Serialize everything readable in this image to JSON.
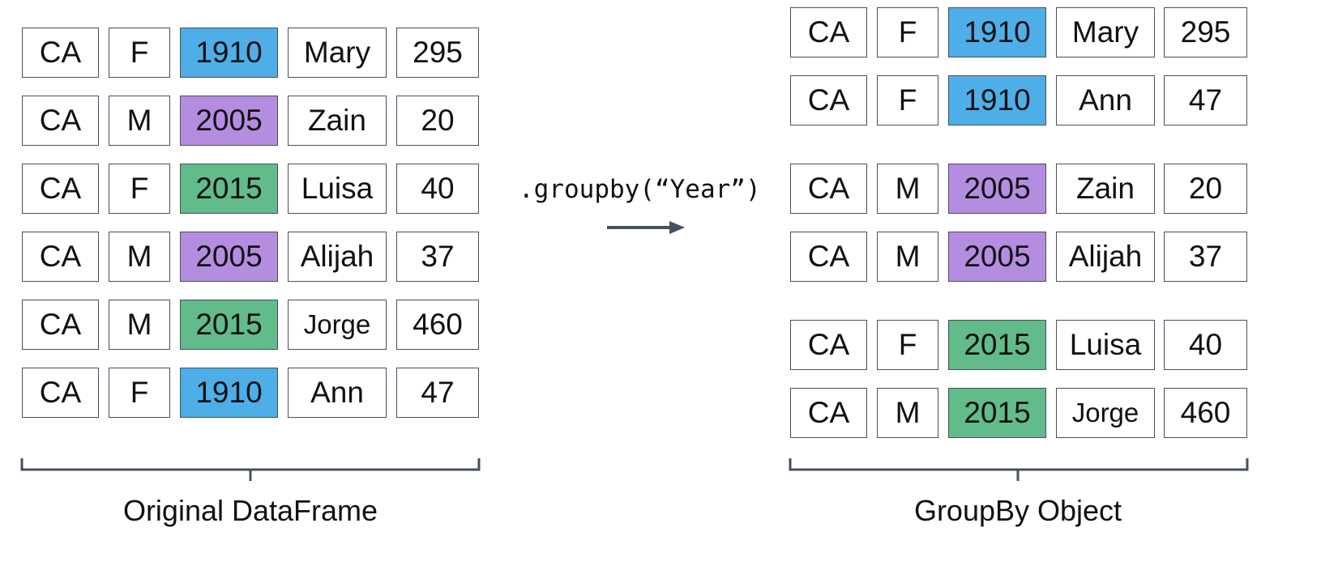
{
  "colors": {
    "year_1910": "#4eaee8",
    "year_2005": "#b58de0",
    "year_2015": "#62bb8a",
    "border": "#46505e"
  },
  "original": {
    "caption": "Original DataFrame",
    "rows": [
      {
        "state": "CA",
        "sex": "F",
        "year": "1910",
        "name": "Mary",
        "count": "295"
      },
      {
        "state": "CA",
        "sex": "M",
        "year": "2005",
        "name": "Zain",
        "count": "20"
      },
      {
        "state": "CA",
        "sex": "F",
        "year": "2015",
        "name": "Luisa",
        "count": "40"
      },
      {
        "state": "CA",
        "sex": "M",
        "year": "2005",
        "name": "Alijah",
        "count": "37"
      },
      {
        "state": "CA",
        "sex": "M",
        "year": "2015",
        "name": "Jorge",
        "count": "460"
      },
      {
        "state": "CA",
        "sex": "F",
        "year": "1910",
        "name": "Ann",
        "count": "47"
      }
    ]
  },
  "operation": {
    "label": ".groupby(“Year”)",
    "arrow": "right-arrow-icon"
  },
  "grouped": {
    "caption": "GroupBy Object",
    "groups": [
      {
        "rows": [
          {
            "state": "CA",
            "sex": "F",
            "year": "1910",
            "name": "Mary",
            "count": "295"
          },
          {
            "state": "CA",
            "sex": "F",
            "year": "1910",
            "name": "Ann",
            "count": "47"
          }
        ]
      },
      {
        "rows": [
          {
            "state": "CA",
            "sex": "M",
            "year": "2005",
            "name": "Zain",
            "count": "20"
          },
          {
            "state": "CA",
            "sex": "M",
            "year": "2005",
            "name": "Alijah",
            "count": "37"
          }
        ]
      },
      {
        "rows": [
          {
            "state": "CA",
            "sex": "F",
            "year": "2015",
            "name": "Luisa",
            "count": "40"
          },
          {
            "state": "CA",
            "sex": "M",
            "year": "2015",
            "name": "Jorge",
            "count": "460"
          }
        ]
      }
    ]
  }
}
